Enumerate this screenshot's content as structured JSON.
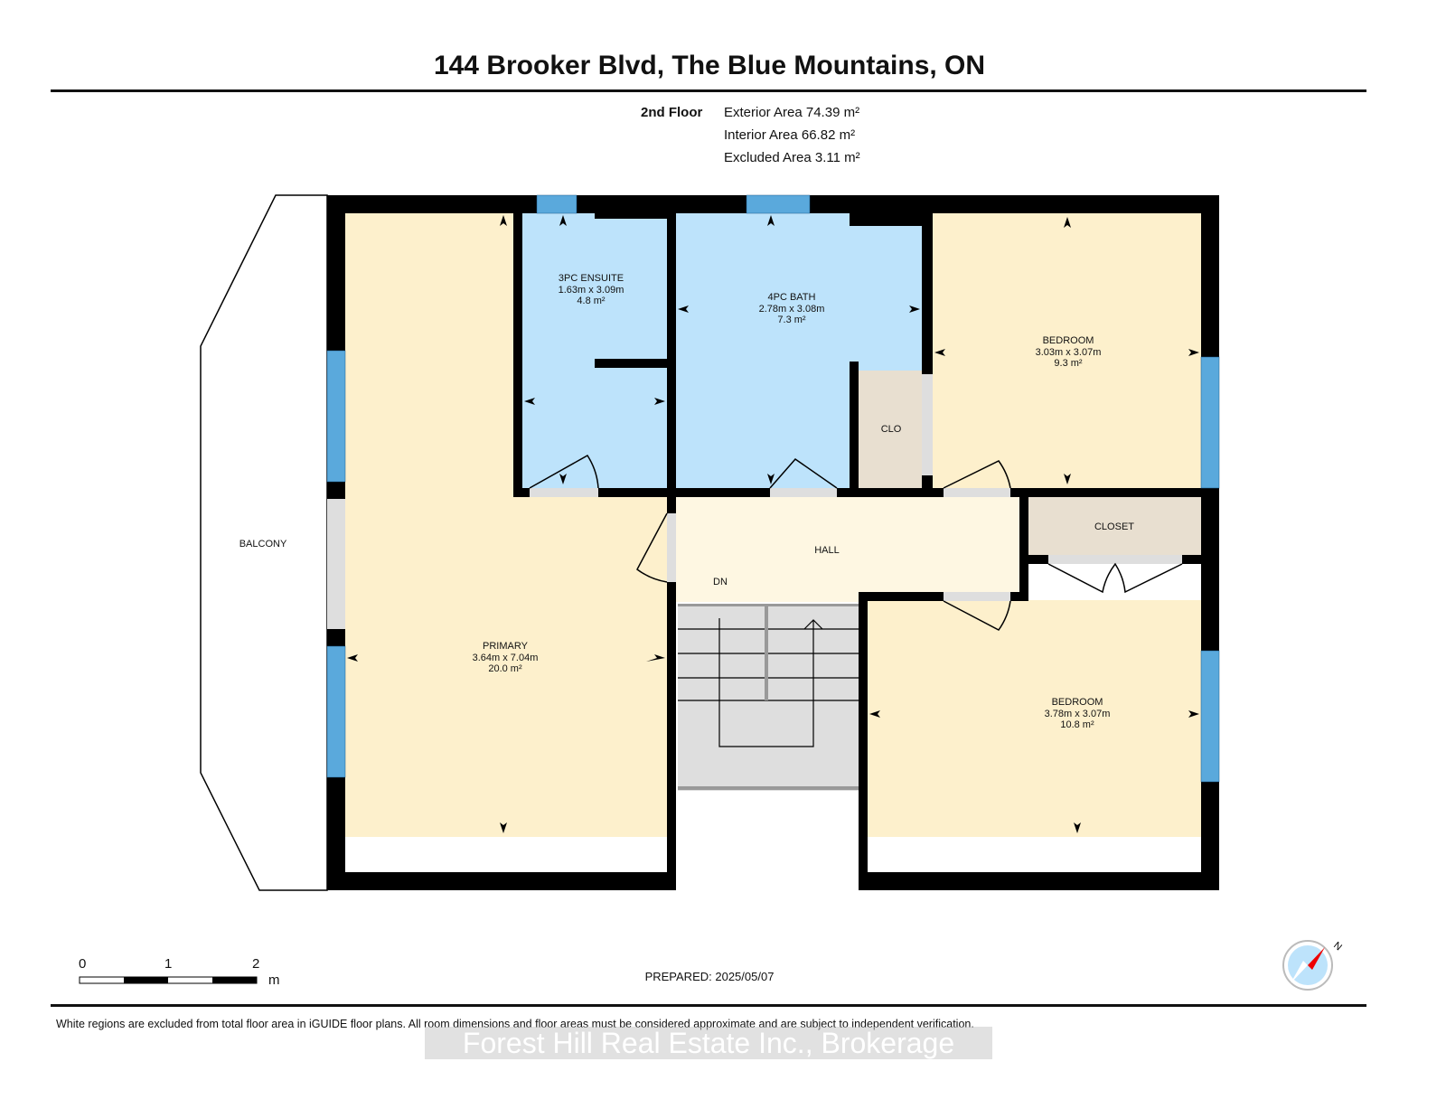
{
  "header": {
    "title": "144 Brooker Blvd, The Blue Mountains, ON"
  },
  "floor": {
    "name": "2nd Floor",
    "exterior_area": "Exterior Area 74.39 m²",
    "interior_area": "Interior Area 66.82 m²",
    "excluded_area": "Excluded Area 3.11 m²"
  },
  "rooms": {
    "ensuite": {
      "name": "3PC ENSUITE",
      "dims": "1.63m x 3.09m",
      "area": "4.8 m²"
    },
    "bath": {
      "name": "4PC BATH",
      "dims": "2.78m x 3.08m",
      "area": "7.3 m²"
    },
    "bedroom1": {
      "name": "BEDROOM",
      "dims": "3.03m x 3.07m",
      "area": "9.3 m²"
    },
    "clo": {
      "name": "CLO"
    },
    "closet": {
      "name": "CLOSET"
    },
    "hall": {
      "name": "HALL"
    },
    "dn": {
      "name": "DN"
    },
    "balcony": {
      "name": "BALCONY"
    },
    "primary": {
      "name": "PRIMARY",
      "dims": "3.64m x 7.04m",
      "area": "20.0 m²"
    },
    "bedroom2": {
      "name": "BEDROOM",
      "dims": "3.78m x 3.07m",
      "area": "10.8 m²"
    }
  },
  "scale": {
    "ticks": [
      "0",
      "1",
      "2"
    ],
    "unit": "m"
  },
  "footer": {
    "prepared": "PREPARED: 2025/05/07",
    "disclaimer": "White regions are excluded from total floor area in iGUIDE floor plans. All room dimensions and floor areas must be considered approximate and are subject to independent verification.",
    "watermark": "Forest Hill Real Estate Inc., Brokerage"
  },
  "compass": {
    "label": "N"
  },
  "colors": {
    "bedroom": "#fdf0cc",
    "bath": "#bde3fb",
    "closet": "#e8dfd0",
    "hall": "#fef7e2",
    "stairs": "#dedede",
    "wall": "#000000",
    "window": "#5aa9dc"
  }
}
